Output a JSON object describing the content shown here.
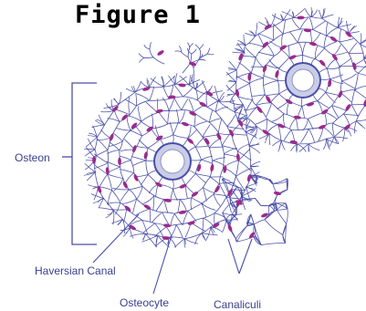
{
  "title": "Figure 1",
  "labels": {
    "osteon": "Osteon",
    "haversian_canal": "Haversian Canal",
    "osteocyte": "Osteocyte",
    "canaliculi": "Canaliculi"
  },
  "colors": {
    "network": "#4a4fa8",
    "cell": "#9c2a8c",
    "canal_fill": "#c9cde6",
    "canal_center": "#ffffff",
    "label": "#3a3f8f"
  }
}
